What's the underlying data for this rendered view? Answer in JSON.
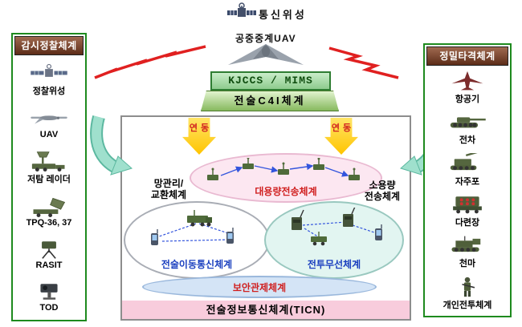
{
  "top": {
    "satellite_label": "통신위성",
    "relay_uav_label": "공중중계UAV",
    "kjccs_box": "KJCCS / MIMS",
    "c4i_box": "전술C4I체계"
  },
  "left_panel": {
    "title": "감시정찰체계",
    "items": [
      {
        "label": "정찰위성",
        "icon": "recon-satellite-icon"
      },
      {
        "label": "UAV",
        "icon": "uav-icon"
      },
      {
        "label": "저탐 레이더",
        "icon": "low-detection-radar-icon"
      },
      {
        "label": "TPQ-36, 37",
        "icon": "tpq-radar-icon"
      },
      {
        "label": "RASIT",
        "icon": "rasit-radar-icon"
      },
      {
        "label": "TOD",
        "icon": "tod-icon"
      }
    ]
  },
  "right_panel": {
    "title": "정밀타격체계",
    "items": [
      {
        "label": "항공기",
        "icon": "aircraft-icon"
      },
      {
        "label": "전차",
        "icon": "tank-icon"
      },
      {
        "label": "자주포",
        "icon": "self-propelled-gun-icon"
      },
      {
        "label": "다련장",
        "icon": "mlrs-icon"
      },
      {
        "label": "천마",
        "icon": "cheonma-icon"
      },
      {
        "label": "개인전투체계",
        "icon": "soldier-icon"
      }
    ]
  },
  "center_box": {
    "interlock_left": "연동",
    "interlock_right": "연동",
    "network_mgmt_line1": "망관리/",
    "network_mgmt_line2": "교환체계",
    "large_capacity_label": "대용량전송체계",
    "small_capacity_line1": "소용량",
    "small_capacity_line2": "전송체계",
    "mobile_comm_label": "전술이동통신체계",
    "combat_radio_label": "전투무선체계",
    "security_label": "보안관제체계",
    "ticn_bar_label": "전술정보통신체계(TICN)"
  },
  "colors": {
    "panel_border_green": "#1e8a1e",
    "panel_title_maroon": "#6b3a22",
    "kjccs_green": "#8ecb8e",
    "c4i_green": "#86b95e",
    "interlock_yellow": "#ffd400",
    "interlock_text_red": "#d02020",
    "large_capacity_pink": "#fce7f1",
    "combat_radio_cyan": "#e2f5f1",
    "security_blue": "#d4e4f6",
    "ticn_bar_pink": "#f8ccdc",
    "lightning_red": "#e02020",
    "flow_arrow_teal": "#8fd8c8",
    "red_label": "#d02020",
    "blue_label": "#1a3fbf"
  }
}
